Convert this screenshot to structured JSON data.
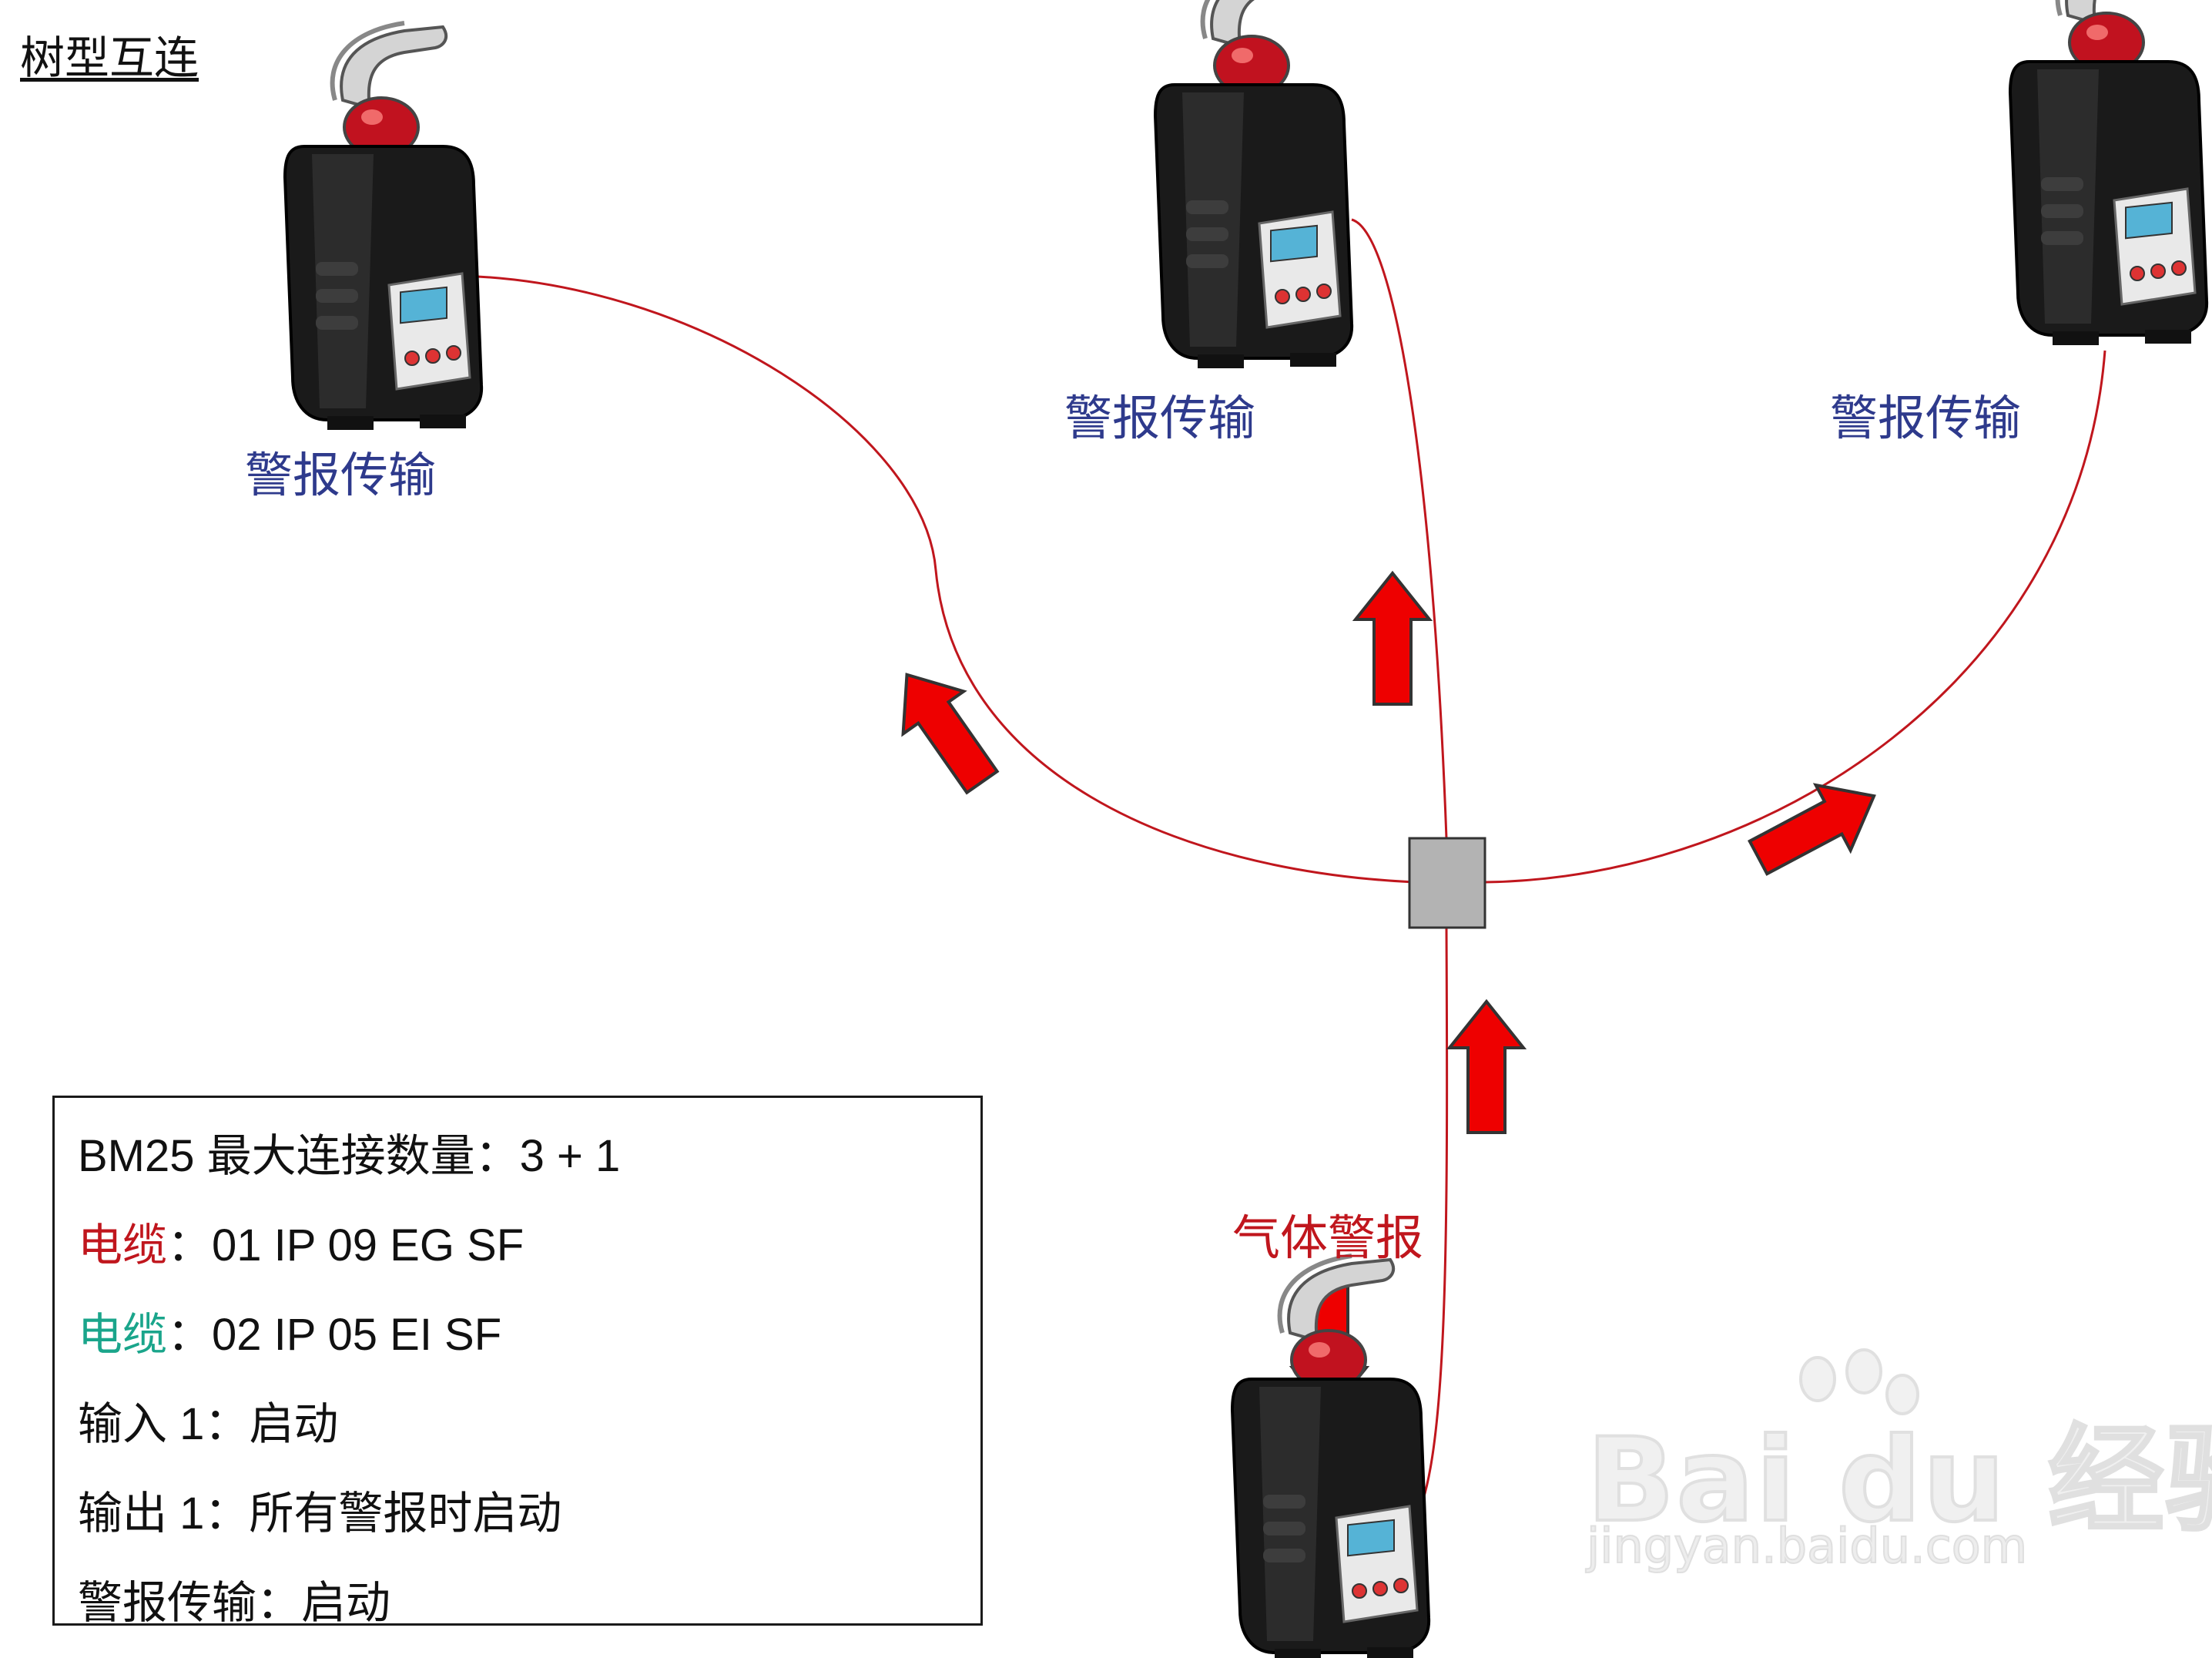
{
  "title": "树型互连",
  "devices": [
    {
      "label": "警报传输"
    },
    {
      "label": "警报传输"
    },
    {
      "label": "警报传输"
    },
    {
      "label": "气体警报"
    }
  ],
  "info": {
    "line1": "BM25 最大连接数量：3 + 1",
    "line2_prefix": "电缆",
    "line2_rest": "：01 IP 09 EG SF",
    "line3_prefix": "电缆",
    "line3_rest": "：02 IP 05 EI SF",
    "line4": "输入 1：启动",
    "line5": "输出 1：所有警报时启动",
    "line6": "警报传输：启动"
  },
  "watermark": {
    "logo": "Bai du 经验",
    "url": "jingyan.baidu.com"
  },
  "colors": {
    "cable_red": "#c0161d",
    "cable_teal": "#1aa58b",
    "arrow_fill": "#ee0000",
    "hub_fill": "#b3b3b3",
    "label_blue": "#2e3a8c"
  }
}
